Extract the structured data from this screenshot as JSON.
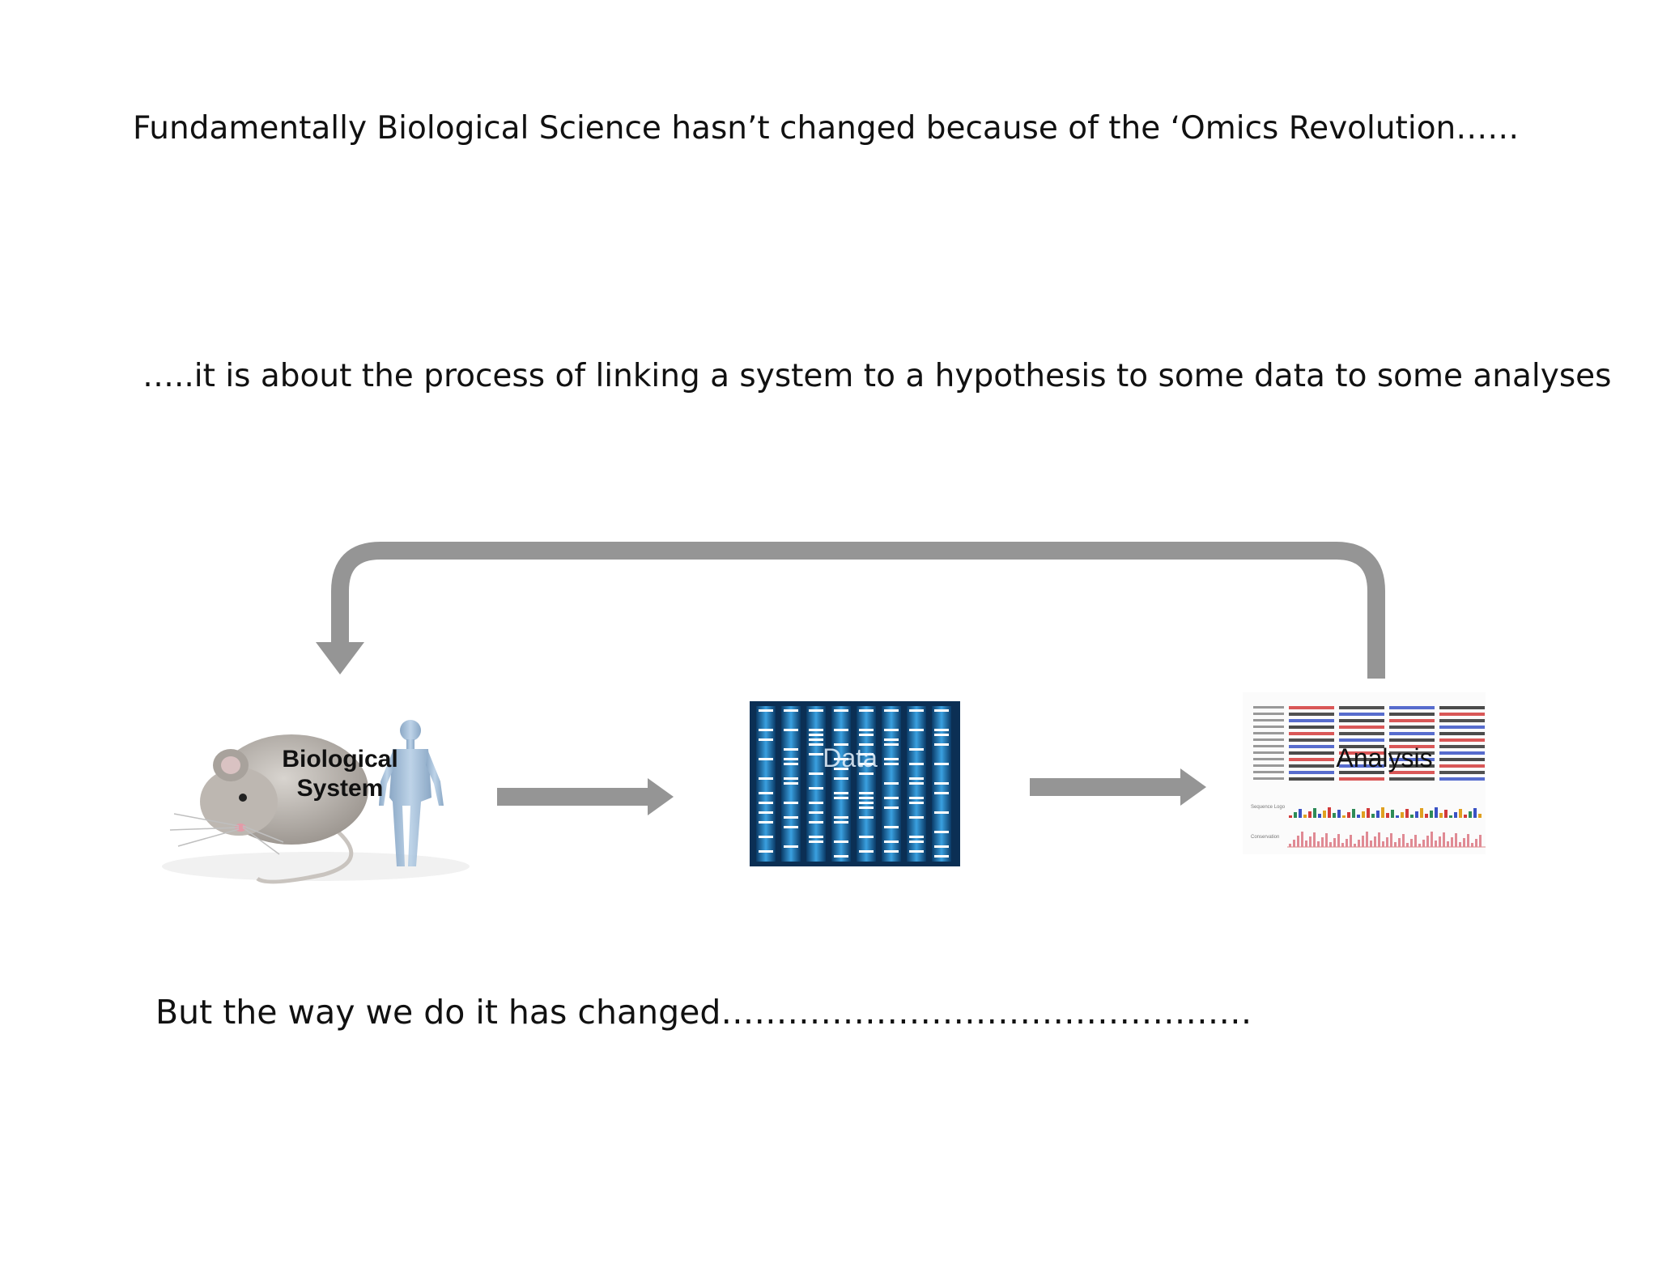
{
  "headings": {
    "top": "Fundamentally Biological Science hasn’t changed because of the ‘Omics Revolution……",
    "middle": "…..it is about the process of linking a system to a hypothesis to some data to some analyses",
    "bottom": "But the way we do it has changed…………………………………………"
  },
  "diagram": {
    "nodes": [
      {
        "id": "system",
        "label": "Biological\nSystem",
        "label_lines": [
          "Biological",
          "System"
        ],
        "picture": "mouse-and-human-figure"
      },
      {
        "id": "data",
        "label": "Data",
        "picture": "sequencing-gel-image"
      },
      {
        "id": "analysis",
        "label": "Analysis",
        "picture": "sequence-alignment-logo"
      }
    ],
    "edges": [
      {
        "from": "system",
        "to": "data"
      },
      {
        "from": "data",
        "to": "analysis"
      },
      {
        "from": "analysis",
        "to": "system",
        "style": "feedback-loop"
      }
    ],
    "colors": {
      "arrow": "#959595",
      "gel_background": "#0b2f54",
      "gel_lane": "#2b8fd0",
      "gel_band": "#ffffff",
      "human_figure": "#9fbcd8",
      "mouse": "#b9b4ae"
    }
  }
}
